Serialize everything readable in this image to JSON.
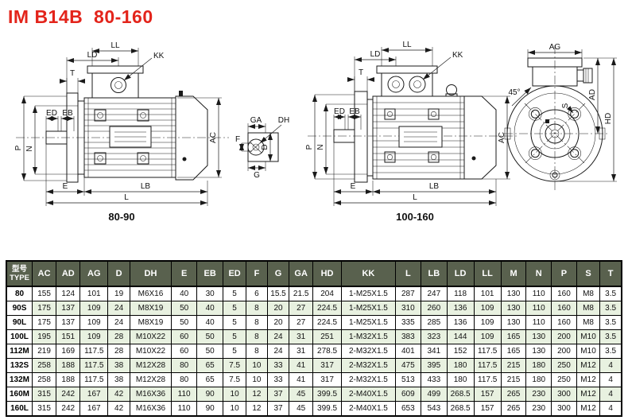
{
  "page": {
    "title": "IM B14B  80-160"
  },
  "figures": {
    "captions": {
      "small": "80-90",
      "large": "100-160"
    },
    "side_labels": {
      "LD": "LD",
      "LL": "LL",
      "KK": "KK",
      "T": "T",
      "ED": "ED",
      "EB": "EB",
      "P": "P",
      "N": "N",
      "E": "E",
      "LB": "LB",
      "L": "L",
      "AC": "AC"
    },
    "detail_labels": {
      "GA": "GA",
      "DH": "DH",
      "F": "F",
      "D": "D",
      "G": "G"
    },
    "flange_labels": {
      "AG": "AG",
      "angle": "45°",
      "S": "S",
      "AD": "AD",
      "HD": "HD"
    }
  },
  "table": {
    "header": {
      "type_cn": "型号",
      "type_en": "TYPE",
      "columns": [
        "AC",
        "AD",
        "AG",
        "D",
        "DH",
        "E",
        "EB",
        "ED",
        "F",
        "G",
        "GA",
        "HD",
        "KK",
        "L",
        "LB",
        "LD",
        "LL",
        "M",
        "N",
        "P",
        "S",
        "T"
      ]
    },
    "rows": [
      {
        "type": "80",
        "values": [
          "155",
          "124",
          "101",
          "19",
          "M6X16",
          "40",
          "30",
          "5",
          "6",
          "15.5",
          "21.5",
          "204",
          "1-M25X1.5",
          "287",
          "247",
          "118",
          "101",
          "130",
          "110",
          "160",
          "M8",
          "3.5"
        ]
      },
      {
        "type": "90S",
        "values": [
          "175",
          "137",
          "109",
          "24",
          "M8X19",
          "50",
          "40",
          "5",
          "8",
          "20",
          "27",
          "224.5",
          "1-M25X1.5",
          "310",
          "260",
          "136",
          "109",
          "130",
          "110",
          "160",
          "M8",
          "3.5"
        ]
      },
      {
        "type": "90L",
        "values": [
          "175",
          "137",
          "109",
          "24",
          "M8X19",
          "50",
          "40",
          "5",
          "8",
          "20",
          "27",
          "224.5",
          "1-M25X1.5",
          "335",
          "285",
          "136",
          "109",
          "130",
          "110",
          "160",
          "M8",
          "3.5"
        ]
      },
      {
        "type": "100L",
        "values": [
          "195",
          "151",
          "109",
          "28",
          "M10X22",
          "60",
          "50",
          "5",
          "8",
          "24",
          "31",
          "251",
          "1-M32X1.5",
          "383",
          "323",
          "144",
          "109",
          "165",
          "130",
          "200",
          "M10",
          "3.5"
        ]
      },
      {
        "type": "112M",
        "values": [
          "219",
          "169",
          "117.5",
          "28",
          "M10X22",
          "60",
          "50",
          "5",
          "8",
          "24",
          "31",
          "278.5",
          "2-M32X1.5",
          "401",
          "341",
          "152",
          "117.5",
          "165",
          "130",
          "200",
          "M10",
          "3.5"
        ]
      },
      {
        "type": "132S",
        "values": [
          "258",
          "188",
          "117.5",
          "38",
          "M12X28",
          "80",
          "65",
          "7.5",
          "10",
          "33",
          "41",
          "317",
          "2-M32X1.5",
          "475",
          "395",
          "180",
          "117.5",
          "215",
          "180",
          "250",
          "M12",
          "4"
        ]
      },
      {
        "type": "132M",
        "values": [
          "258",
          "188",
          "117.5",
          "38",
          "M12X28",
          "80",
          "65",
          "7.5",
          "10",
          "33",
          "41",
          "317",
          "2-M32X1.5",
          "513",
          "433",
          "180",
          "117.5",
          "215",
          "180",
          "250",
          "M12",
          "4"
        ]
      },
      {
        "type": "160M",
        "values": [
          "315",
          "242",
          "167",
          "42",
          "M16X36",
          "110",
          "90",
          "10",
          "12",
          "37",
          "45",
          "399.5",
          "2-M40X1.5",
          "609",
          "499",
          "268.5",
          "157",
          "265",
          "230",
          "300",
          "M12",
          "4"
        ]
      },
      {
        "type": "160L",
        "values": [
          "315",
          "242",
          "167",
          "42",
          "M16X36",
          "110",
          "90",
          "10",
          "12",
          "37",
          "45",
          "399.5",
          "2-M40X1.5",
          "653",
          "543",
          "268.5",
          "157",
          "265",
          "230",
          "300",
          "M12",
          "4"
        ]
      }
    ]
  },
  "colors": {
    "title_red": "#e3241b",
    "header_bg": "#59614e",
    "row_alt": "#e8f1e0",
    "line": "#1a1a1a"
  }
}
